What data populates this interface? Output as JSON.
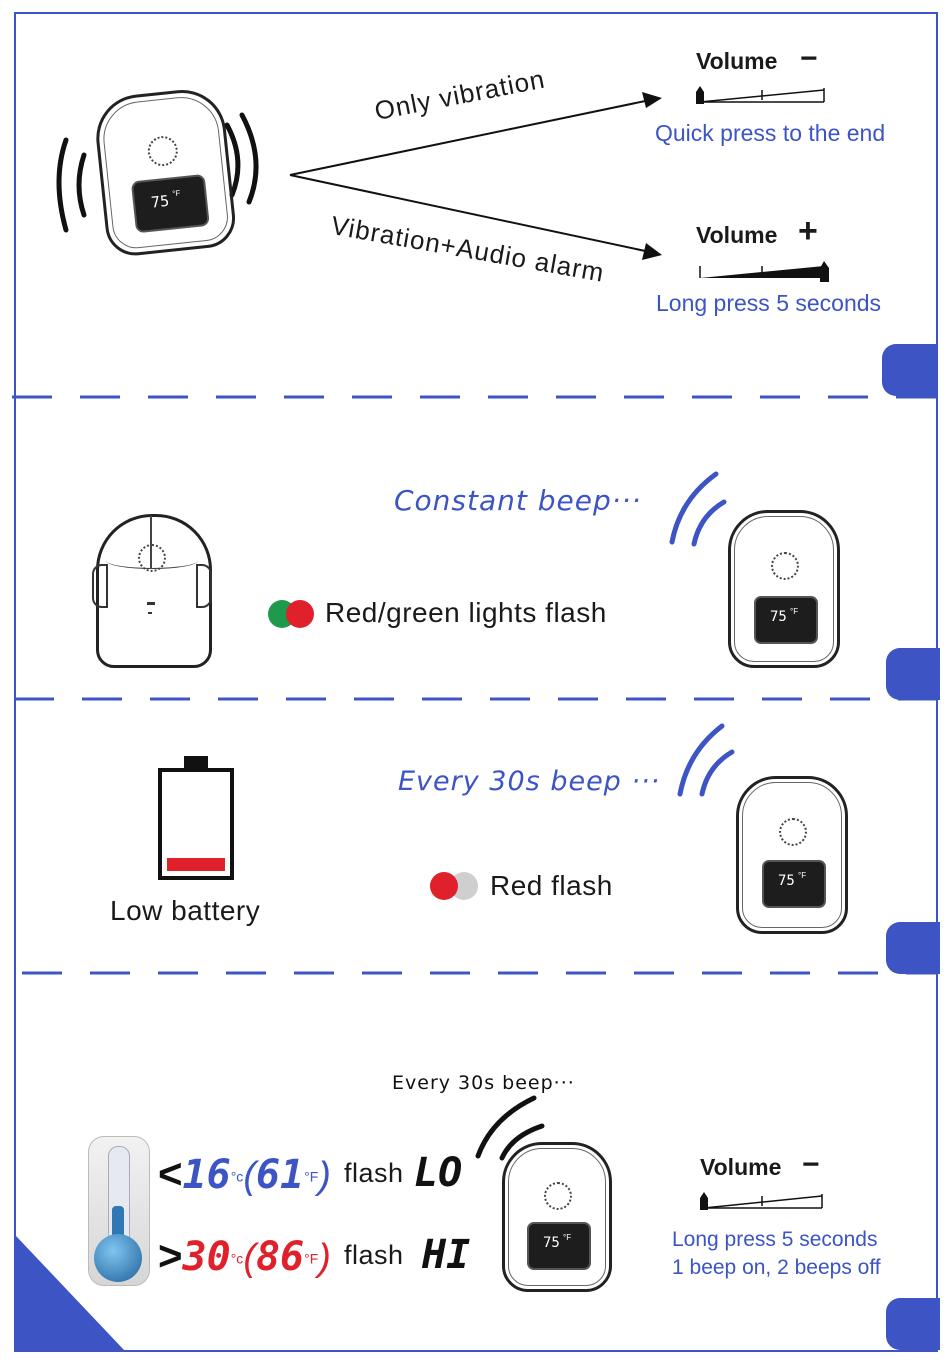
{
  "colors": {
    "accent": "#3c54c4",
    "alarm_red": "#e0212b",
    "green": "#1f9a4b",
    "grey_light": "#cfcfcf"
  },
  "device_display": {
    "temperature": "75",
    "unit": "°F"
  },
  "section1": {
    "left_label": "Only vibration",
    "right_label": "Vibration+Audio alarm",
    "volume_minus": {
      "title": "Volume",
      "sign": "−",
      "hint": "Quick press to the end",
      "level": 0
    },
    "volume_plus": {
      "title": "Volume",
      "sign": "+",
      "hint": "Long press 5 seconds",
      "level": 1
    }
  },
  "section2": {
    "beep_text": "Constant beep···",
    "lights_text": "Red/green lights flash"
  },
  "section3": {
    "beep_text": "Every 30s beep ···",
    "battery_label": "Low battery",
    "battery_level": 0.15,
    "lights_text": "Red flash"
  },
  "section4": {
    "beep_text": "Every 30s beep···",
    "low": {
      "op": "<",
      "celsius": "16",
      "c_unit": "°c",
      "fahrenheit": "61",
      "f_unit": "°F",
      "flash_word": "flash",
      "code": "LO"
    },
    "high": {
      "op": ">",
      "celsius": "30",
      "c_unit": "°c",
      "fahrenheit": "86",
      "f_unit": "°F",
      "flash_word": "flash",
      "code": "HI"
    },
    "volume": {
      "title": "Volume",
      "sign": "−",
      "hint_line1": "Long press 5 seconds",
      "hint_line2": "1 beep on, 2 beeps off",
      "level": 0
    }
  }
}
